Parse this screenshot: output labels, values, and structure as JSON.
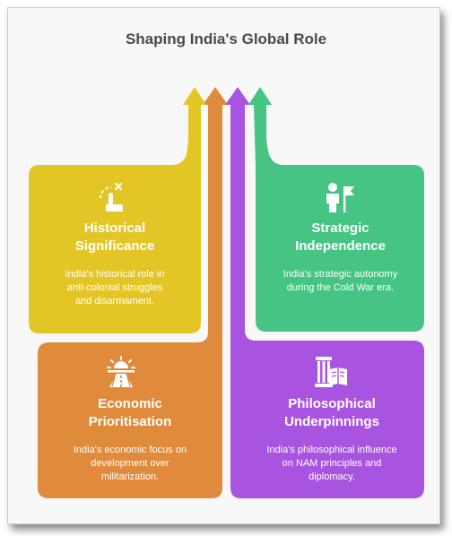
{
  "diagram": {
    "title": "Shaping India's Global Role",
    "cards": [
      {
        "id": "historical",
        "title": "Historical\nSignificance",
        "description": "India's historical role in\nanti-colonial struggles\nand disarmament.",
        "color": "#e3c626",
        "icon": "tap-gesture-icon"
      },
      {
        "id": "strategic",
        "title": "Strategic\nIndependence",
        "description": "India's strategic autonomy\nduring the Cold War era.",
        "color": "#45c483",
        "icon": "person-flag-icon"
      },
      {
        "id": "economic",
        "title": "Economic\nPrioritisation",
        "description": "India's economic focus on\ndevelopment over\nmilitarization.",
        "color": "#e08a3b",
        "icon": "sunrise-road-icon"
      },
      {
        "id": "philosophical",
        "title": "Philosophical\nUnderpinnings",
        "description": "India's philosophical influence\non NAM principles and\ndiplomacy.",
        "color": "#a854e0",
        "icon": "pillar-book-icon"
      }
    ]
  }
}
